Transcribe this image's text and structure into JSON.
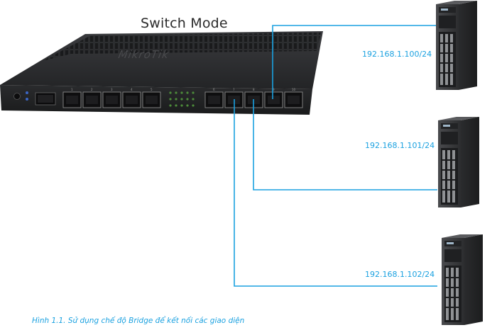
{
  "title": "Switch Mode",
  "router": {
    "brand": "MikroTik",
    "port_numbers": [
      "1",
      "2",
      "3",
      "4",
      "5",
      "6",
      "7",
      "8",
      "9",
      "10"
    ]
  },
  "servers": [
    {
      "ip": "192.168.1.100/24"
    },
    {
      "ip": "192.168.1.101/24"
    },
    {
      "ip": "192.168.1.102/24"
    }
  ],
  "caption": "Hình 1.1. Sử dụng chế độ Bridge để kết nối các giao diện",
  "colors": {
    "accent": "#1aa1e0",
    "router_body": "#2e2f31",
    "server_body": "#3a3b3d"
  }
}
